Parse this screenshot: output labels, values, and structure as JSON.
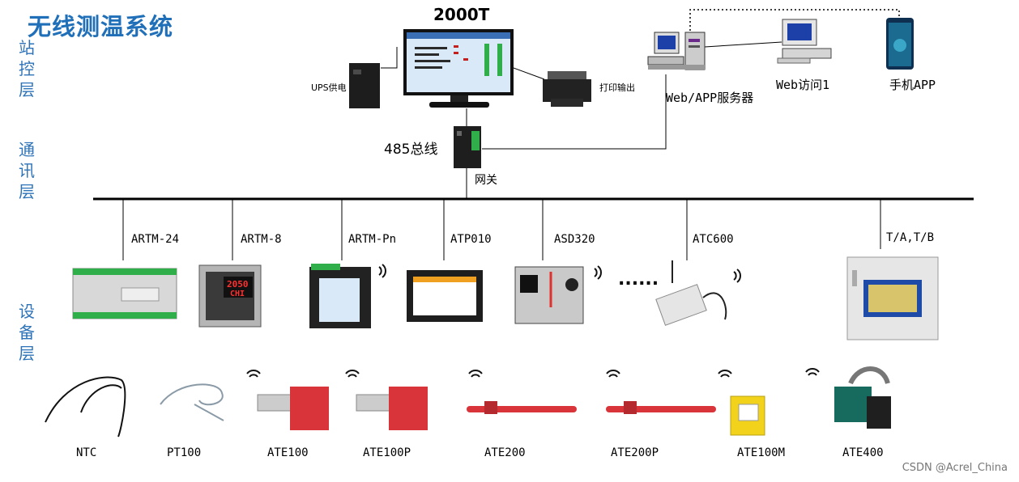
{
  "title": "无线测温系统",
  "layers": {
    "station": "站控层",
    "comm": "通讯层",
    "device": "设备层"
  },
  "station": {
    "server": "2000T",
    "ups": "UPS供电",
    "printer": "打印输出",
    "web_server": "Web/APP服务器",
    "web_access": "Web访问1",
    "mobile_app": "手机APP"
  },
  "comm": {
    "bus": "485总线",
    "gateway": "网关"
  },
  "devices": [
    "ARTM-24",
    "ARTM-8",
    "ARTM-Pn",
    "ATP010",
    "ASD320",
    "ATC600",
    "T/A,T/B"
  ],
  "dots": "......",
  "meter_display": {
    "line1": "2050",
    "line2": "CHI"
  },
  "sensors": [
    "NTC",
    "PT100",
    "ATE100",
    "ATE100P",
    "ATE200",
    "ATE200P",
    "ATE100M",
    "ATE400"
  ],
  "watermark": "CSDN @Acrel_China",
  "colors": {
    "title": "#1f6fb9",
    "layer": "#2e73b8",
    "sensor_red": "#d9343a",
    "sensor_yellow": "#f2d21b",
    "green_terminal": "#2fae4a"
  }
}
